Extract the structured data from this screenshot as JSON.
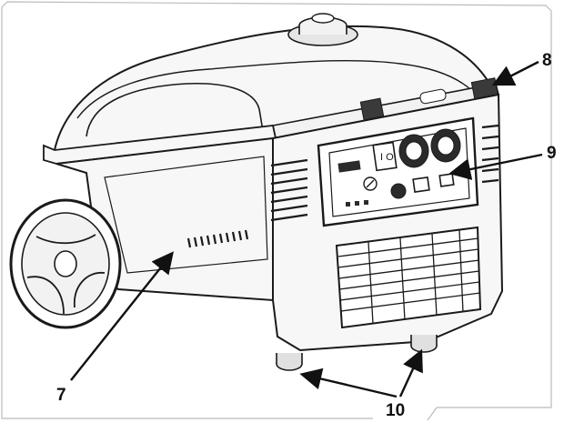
{
  "callouts": {
    "c7": "7",
    "c8": "8",
    "c9": "9",
    "c10": "10"
  },
  "colors": {
    "stroke": "#1a1a1a",
    "body": "#f7f7f7",
    "panel_dark": "#2b2b2b",
    "background": "#ffffff"
  }
}
